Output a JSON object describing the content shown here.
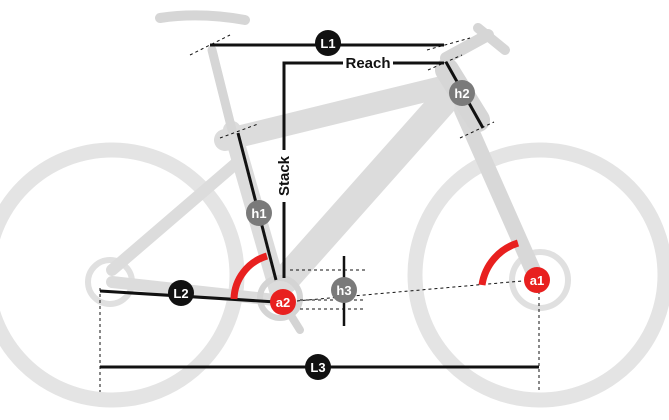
{
  "labels": {
    "l1": "L1",
    "l2": "L2",
    "l3": "L3",
    "h1": "h1",
    "h2": "h2",
    "h3": "h3",
    "a1": "a1",
    "a2": "a2",
    "reach": "Reach",
    "stack": "Stack"
  },
  "colors": {
    "bike": "#dcdcdc",
    "bike_dark": "#cfcfcf",
    "line": "#111111",
    "badge_dark": "#111111",
    "badge_gray": "#7a7a7a",
    "accent_red": "#e8201f",
    "badge_text": "#ffffff"
  }
}
